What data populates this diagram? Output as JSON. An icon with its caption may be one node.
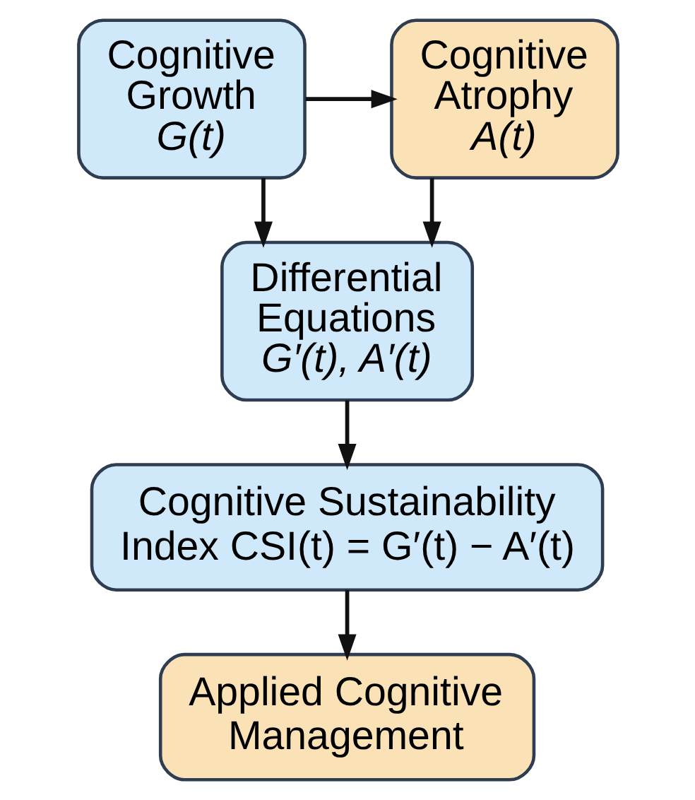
{
  "diagram": {
    "nodes": [
      {
        "text": [
          "Cognitive Growth",
          "G(t)"
        ]
      },
      {
        "text": [
          "Cognitive Atrophy",
          "A(t)"
        ]
      },
      {
        "text": [
          "Differential Equations",
          "G′(t), A′(t)"
        ]
      },
      {
        "text": [
          "Cognitive Sustainability Index CSI(t) = G′(t) − A′(t)"
        ]
      },
      {
        "text": [
          "Applied Cognitive Management"
        ]
      }
    ],
    "edges": [
      {
        "from": 0,
        "to": 1,
        "arrow": "to"
      },
      {
        "from": 0,
        "to": 2,
        "arrow": "to"
      },
      {
        "from": 1,
        "to": 2,
        "arrow": "to"
      },
      {
        "from": 2,
        "to": 3,
        "arrow": "to"
      },
      {
        "from": 3,
        "to": 4,
        "arrow": "to"
      }
    ]
  }
}
